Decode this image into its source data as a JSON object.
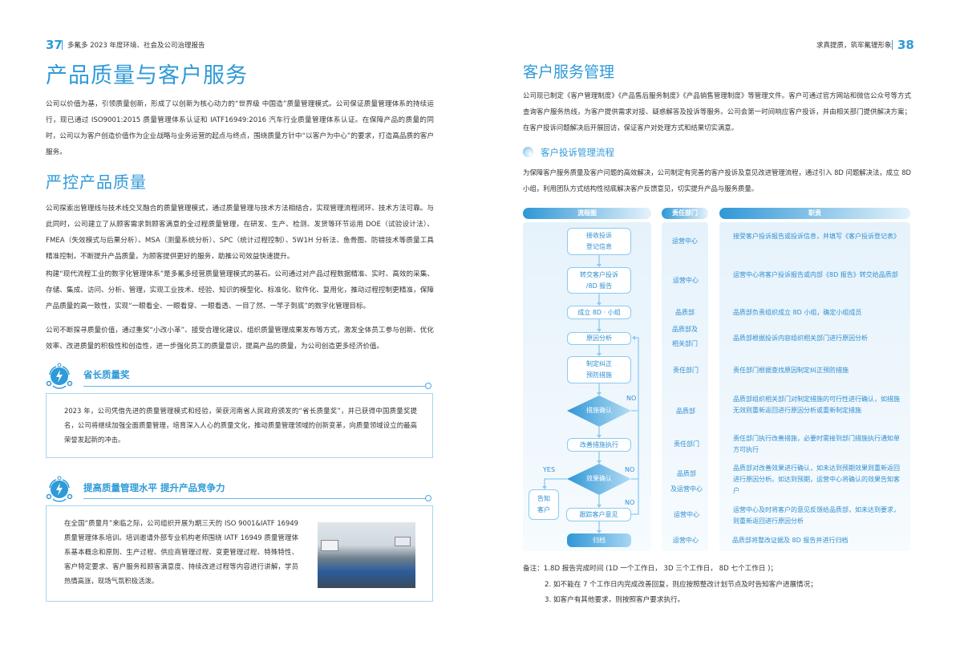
{
  "left": {
    "page_number": "37",
    "running_header": "多氟多 2023 年度环境、社会及公司治理报告",
    "title": "产品质量与客户服务",
    "intro": "公司以价值为基，引领质量创新，形成了以创新为核心动力的“世界级 中国造”质量管理模式。公司保证质量管理体系的持续运行，现已通过 ISO9001:2015 质量管理体系认证和 IATF16949:2016 汽车行业质量管理体系认证。在保障产品的质量的同时，公司以为客户创造价值作为企业战略与业务运营的起点与终点，围绕质量方针中“以客户为中心”的要求，打造高品质的客户服务。",
    "section_title": "严控产品质量",
    "paragraphs": [
      "公司探索出管理线与技术线交叉融合的质量管理模式，通过质量管理与技术方法相结合，实现管理流程闭环、技术方法可靠。与此同时，公司建立了从顾客需求到顾客满意的全过程质量管理，在研发、生产、检测、发货等环节运用 DOE（试验设计法）、FMEA（失效模式与后果分析）、MSA（测量系统分析）、SPC（统计过程控制）、5W1H 分析法、鱼骨图、防错技术等质量工具精准控制，不断提升产品质量，为顾客提供更好的服务，助推公司效益快速提升。",
      "构建“现代流程工业的数字化管理体系”是多氟多经营质量管理模式的基石。公司通过对产品过程数据精准、实时、高效的采集、存储、集成、访问、分析、管理，实现工业技术、经验、知识的模型化、标准化、软件化、复用化，推动过程控制更精准，保障产品质量的高一致性，实现“一眼看全、一眼看穿、一眼看透、一目了然、一竿子到底”的数字化管理目标。",
      "公司不断探寻质量价值，通过重奖“小改小革”、接受合理化建议、组织质量管理成果发布等方式，激发全体员工参与创新、优化效率、改进质量的积极性和创造性，进一步强化员工的质量意识，提高产品的质量，为公司创造更多经济价值。"
    ],
    "highlights": [
      {
        "title": "省长质量奖",
        "text": "2023 年，公司凭借先进的质量管理模式和经验，荣获河南省人民政府颁发的“省长质量奖”，并已获得中国质量奖提名，公司将继续加强全面质量管理，培育深入人心的质量文化，推动质量管理领域的创新变革，向质量领域设立的最高荣誉发起新的冲击。"
      },
      {
        "title": "提高质量管理水平 提升产品竞争力",
        "text": "在全国“质量月”来临之际，公司组织开展为期三天的 ISO 9001&IATF 16949 质量管理体系培训。培训邀请外部专业机构老师围绕 IATF 16949 质量管理体系基本概念和原则、生产过程、供应商管理过程、变更管理过程、特殊特性、客户特定要求、客户服务和顾客满意度、持续改进过程等内容进行讲解，学员热情高涨，现场气氛积极活泼。"
      }
    ]
  },
  "right": {
    "page_number": "38",
    "running_header": "求真提质，筑牢氟锂形象",
    "title": "客户服务管理",
    "intro": "公司现已制定《客户管理制度》《产品售后服务制度》《产品销售管理制度》等管理文件。客户可通过官方网站和微信公众号等方式查询客户服务热线，为客户提供需求对接、疑惑解答及投诉等服务。公司会第一时间响应客户投诉，并由相关部门提供解决方案；在客户投诉问题解决后开展回访，保证客户对处理方式和结果切实满意。",
    "subsection_title": "客户投诉管理流程",
    "subsection_text": "为保障客户服务质量及客户问题的高效解决，公司制定有完善的客户投诉及意见改进管理流程，通过引入 8D 问题解决法，成立 8D 小组，利用团队方式结构性彻底解决客户反馈意见，切实提升产品与服务质量。",
    "table": {
      "headers": [
        "流程图",
        "责任部门",
        "职责"
      ],
      "nodes": [
        "接收投诉\n登记信息",
        "转交客户投诉\n/8D 报告",
        "成立 8D · 小组",
        "原因分析",
        "制定纠正\n预防措施",
        "措施确认",
        "改善措施执行",
        "效果确认",
        "跟踪客户意见",
        "归档",
        "告知\n客户"
      ],
      "labels": {
        "no": "NO",
        "yes": "YES"
      },
      "rows": [
        {
          "dept": "运营中心",
          "duty": "接受客户投诉报告或投诉信息，并填写《客户投诉登记表》"
        },
        {
          "dept": "运营中心",
          "duty": "运营中心将客户投诉报告或内部《8D 报告》转交给品质部"
        },
        {
          "dept": "品质部",
          "duty": "品质部负责组织成立 8D 小组，确定小组成员"
        },
        {
          "dept": "品质部及\n相关部门",
          "duty": "品质部根据投诉内容组织相关部门进行原因分析"
        },
        {
          "dept": "责任部门",
          "duty": "责任部门根据查找原因制定纠正预防措施"
        },
        {
          "dept": "品质部",
          "duty": "品质部组织相关部门对制定措施的可行性进行确认，如措施无效则重新返回进行原因分析或重新制定措施"
        },
        {
          "dept": "责任部门",
          "duty": "责任部门执行改善措施，必要时需接到部门措施执行通知单方可执行"
        },
        {
          "dept": "品质部\n及运营中心",
          "duty": "品质部对改善效果进行确认，如未达到预期效果则重新返回进行原因分析。如达到预期，运营中心将确认的效果告知客户"
        },
        {
          "dept": "运营中心",
          "duty": "运营中心及时将客户的意见反馈给品质部，如未达到要求，则重新返回进行原因分析"
        },
        {
          "dept": "运营中心",
          "duty": "品质部将整改证据及 8D 报告并进行归档"
        }
      ]
    },
    "notes": [
      "备注：1.8D 报告完成时间 (1D 一个工作日， 3D 三个工作日， 8D 七个工作日 )；",
      "2. 如不能在 7 个工作日内完成改善回复，则应按照整改计划节点及时告知客户进展情况；",
      "3. 如客户有其他要求，则按照客户要求执行。"
    ]
  },
  "colors": {
    "accent": "#2f9ad8",
    "light": "#e6f2fb"
  }
}
